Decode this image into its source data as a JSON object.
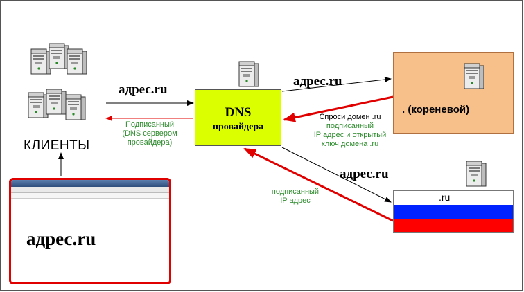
{
  "clients": {
    "label": "КЛИЕНТЫ"
  },
  "browser": {
    "address": "адрес.ru"
  },
  "dns": {
    "line1": "DNS",
    "line2": "провайдера"
  },
  "root": {
    "label": ". (кореневой)"
  },
  "ru_zone": {
    "label": ".ru"
  },
  "arrows": {
    "client_to_dns": "адрес.ru",
    "dns_to_client_line1": "Подписанный",
    "dns_to_client_line2": "(DNS сервером",
    "dns_to_client_line3": "провайдера)",
    "dns_to_root": "адрес.ru",
    "root_to_dns_line1": "Спроси домен .ru",
    "root_to_dns_line2": "подписанный",
    "root_to_dns_line3": "IP адрес и открытый",
    "root_to_dns_line4": "ключ домена .ru",
    "dns_to_ru": "адрес.ru",
    "ru_to_dns_line1": "подписанный",
    "ru_to_dns_line2": "IP адрес"
  },
  "colors": {
    "dns_box": "#dcff00",
    "root_box": "#f7c08a",
    "signed_arrow": "#e00000",
    "signed_text": "#2e8b2e"
  }
}
